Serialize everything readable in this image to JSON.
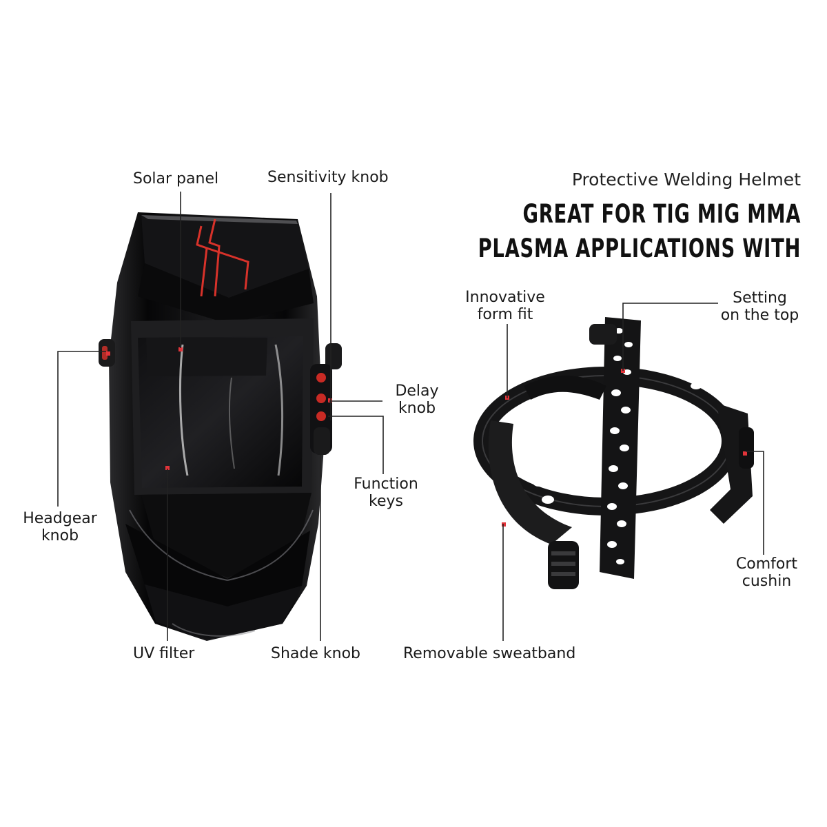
{
  "heading": {
    "subtitle": "Protective Welding Helmet",
    "headline_lines": [
      "GREAT FOR TIG MIG MMA",
      "PLASMA APPLICATIONS WITH"
    ]
  },
  "helmet_labels": {
    "solar_panel": "Solar panel",
    "sensitivity_knob": "Sensitivity knob",
    "delay_knob": [
      "Delay",
      "knob"
    ],
    "function_keys": [
      "Function",
      "keys"
    ],
    "headgear_knob": [
      "Headgear",
      "knob"
    ],
    "uv_filter": "UV filter",
    "shade_knob": "Shade knob"
  },
  "headgear_labels": {
    "innovative_form_fit": [
      "Innovative",
      "form fit"
    ],
    "setting_on_top": [
      "Setting",
      "on the top"
    ],
    "comfort_cushin": [
      "Comfort",
      "cushin"
    ],
    "removable_sweatband": "Removable sweatband"
  },
  "colors": {
    "helmet_shell": "#0b0b0c",
    "accent_red": "#d8322a",
    "callout_line": "#222222",
    "text": "#1a1a1a"
  }
}
